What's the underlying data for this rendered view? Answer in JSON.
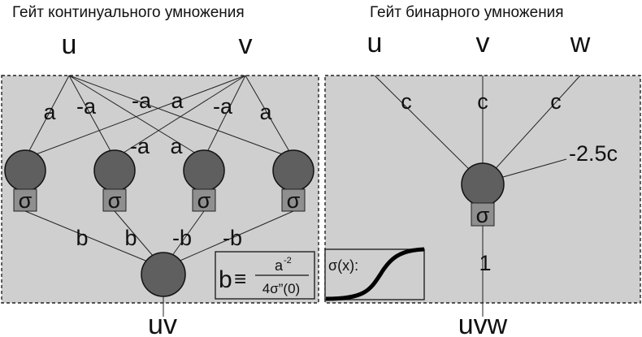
{
  "left_gate": {
    "title": "Гейт континуального умножения",
    "inputs": [
      "u",
      "v"
    ],
    "input_weights_upper": [
      "a",
      "-a",
      "-a",
      "a",
      "-a",
      "a"
    ],
    "input_weights_lower": [
      "-a",
      "a"
    ],
    "sigma": "σ",
    "output_weights": [
      "b",
      "b",
      "-b",
      "-b"
    ],
    "output": "uv",
    "formula": {
      "lhs": "b",
      "equiv": "≡",
      "numerator": "a",
      "numerator_exp": "-2",
      "denominator": "4σ”(0)"
    }
  },
  "right_gate": {
    "title": "Гейт бинарного умножения",
    "inputs": [
      "u",
      "v",
      "w"
    ],
    "input_weights": [
      "c",
      "c",
      "c"
    ],
    "bias_weight": "-2.5c",
    "sigma": "σ",
    "output_weight": "1",
    "output": "uvw",
    "sigmoid_label": "σ(x):"
  }
}
